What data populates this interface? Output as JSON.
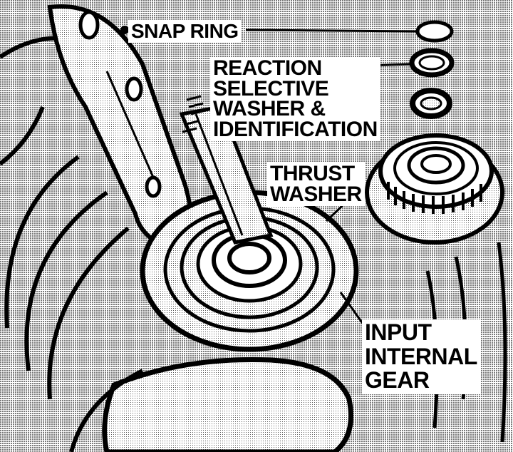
{
  "labels": {
    "snap_ring": "SNAP RING",
    "reaction_line1": "REACTION",
    "reaction_line2": "SELECTIVE",
    "reaction_line3": "WASHER &",
    "reaction_line4": "IDENTIFICATION",
    "thrust_line1": "THRUST",
    "thrust_line2": "WASHER",
    "input_line1": "INPUT",
    "input_line2": "INTERNAL",
    "input_line3": "GEAR"
  },
  "colors": {
    "ink": "#000000",
    "halftone": "#b8b8b8",
    "paper": "#ffffff"
  }
}
